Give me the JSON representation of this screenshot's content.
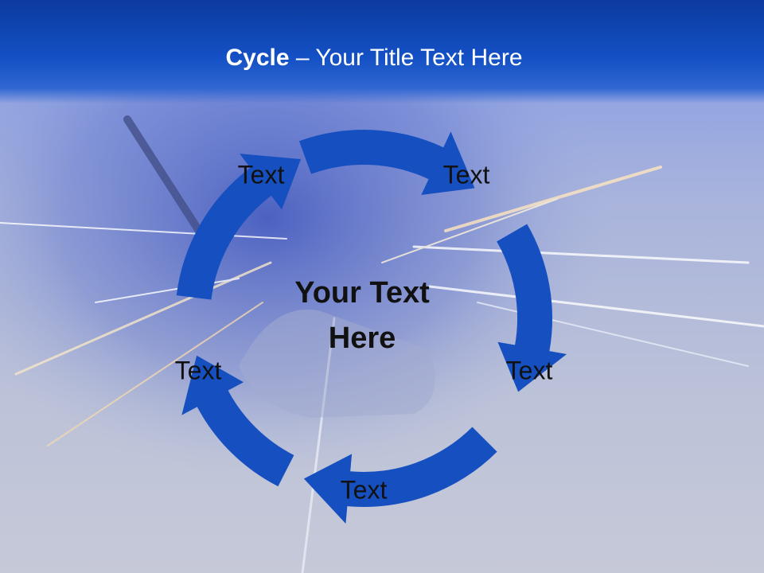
{
  "slide": {
    "title_bold": "Cycle",
    "title_rest": " – Your Title Text Here",
    "center_text": "Your Text Here",
    "nodes": [
      "Text",
      "Text",
      "Text",
      "Text",
      "Text"
    ]
  },
  "colors": {
    "header": "#1350c4",
    "arrow": "#1650c0",
    "text_dark": "#111111",
    "title_text": "#ffffff"
  }
}
